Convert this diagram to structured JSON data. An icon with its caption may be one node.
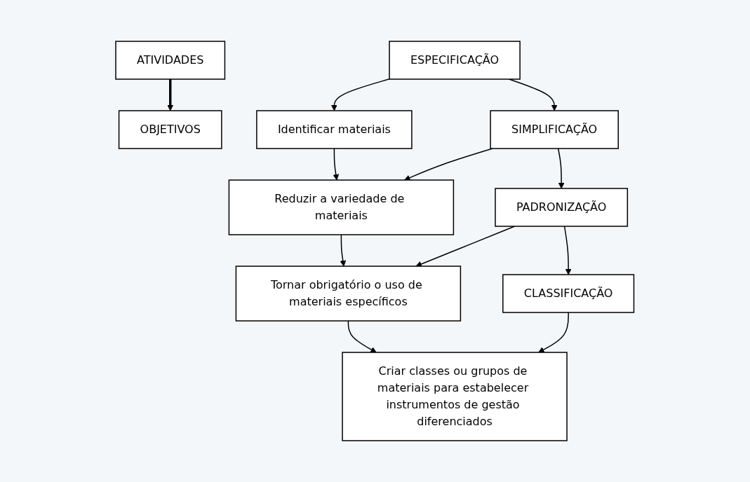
{
  "diagram": {
    "nodes": [
      {
        "text": [
          "ATIVIDADES"
        ]
      },
      {
        "text": [
          "OBJETIVOS"
        ]
      },
      {
        "text": [
          "ESPECIFICAÇÃO"
        ]
      },
      {
        "text": [
          "Identificar materiais"
        ]
      },
      {
        "text": [
          "SIMPLIFICAÇÃO"
        ]
      },
      {
        "text": [
          "Reduzir a variedade de materiais"
        ]
      },
      {
        "text": [
          "PADRONIZAÇÃO"
        ]
      },
      {
        "text": [
          "Tornar obrigatório o uso de materiais específicos"
        ]
      },
      {
        "text": [
          "CLASSIFICAÇÃO"
        ]
      },
      {
        "text": [
          "Criar classes ou grupos de materiais para estabelecer instrumentos de gestão diferenciados"
        ]
      }
    ],
    "edges": [
      {
        "from": 0,
        "to": 1,
        "arrow": "to",
        "style": "thick"
      },
      {
        "from": 2,
        "to": 3,
        "arrow": "to"
      },
      {
        "from": 2,
        "to": 4,
        "arrow": "to"
      },
      {
        "from": 3,
        "to": 5,
        "arrow": "to"
      },
      {
        "from": 4,
        "to": 5,
        "arrow": "to"
      },
      {
        "from": 4,
        "to": 6,
        "arrow": "to"
      },
      {
        "from": 5,
        "to": 7,
        "arrow": "to"
      },
      {
        "from": 6,
        "to": 7,
        "arrow": "to"
      },
      {
        "from": 6,
        "to": 8,
        "arrow": "to"
      },
      {
        "from": 7,
        "to": 9,
        "arrow": "to"
      },
      {
        "from": 8,
        "to": 9,
        "arrow": "to"
      }
    ]
  }
}
